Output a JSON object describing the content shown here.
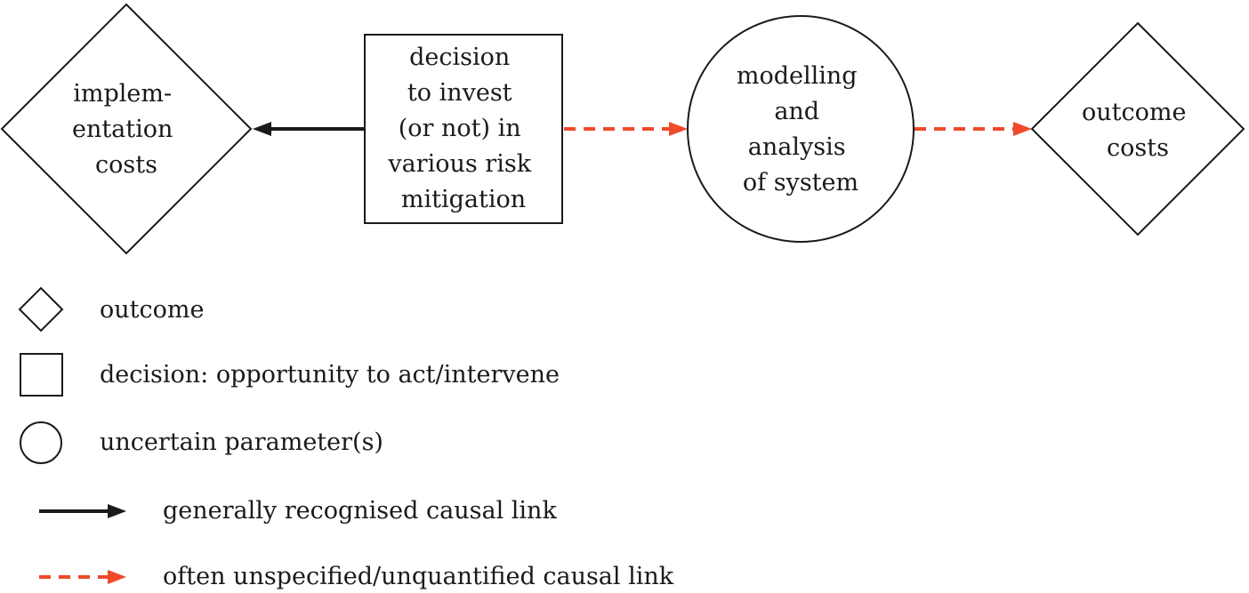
{
  "nodes": {
    "implementation_costs": {
      "shape": "diamond",
      "lines": [
        "implem-",
        "entation",
        "costs"
      ]
    },
    "decision": {
      "shape": "rectangle",
      "lines": [
        "decision",
        "to invest",
        "(or not) in",
        "various risk",
        "mitigation"
      ]
    },
    "modelling": {
      "shape": "circle",
      "lines": [
        "modelling",
        "and",
        "analysis",
        "of system"
      ]
    },
    "outcome_costs": {
      "shape": "diamond",
      "lines": [
        "outcome",
        "costs"
      ]
    }
  },
  "links": [
    {
      "from": "decision",
      "to": "implementation_costs",
      "style": "solid"
    },
    {
      "from": "decision",
      "to": "modelling",
      "style": "dashed"
    },
    {
      "from": "modelling",
      "to": "outcome_costs",
      "style": "dashed"
    }
  ],
  "legend": {
    "outcome": "outcome",
    "decision": "decision: opportunity to act/intervene",
    "uncertain": "uncertain parameter(s)",
    "solid_link": "generally recognised causal link",
    "dashed_link": "often unspecified/unquantified causal link"
  },
  "colors": {
    "ink": "#1a1a1a",
    "dashed_link": "#f04a2a",
    "background": "#ffffff"
  }
}
